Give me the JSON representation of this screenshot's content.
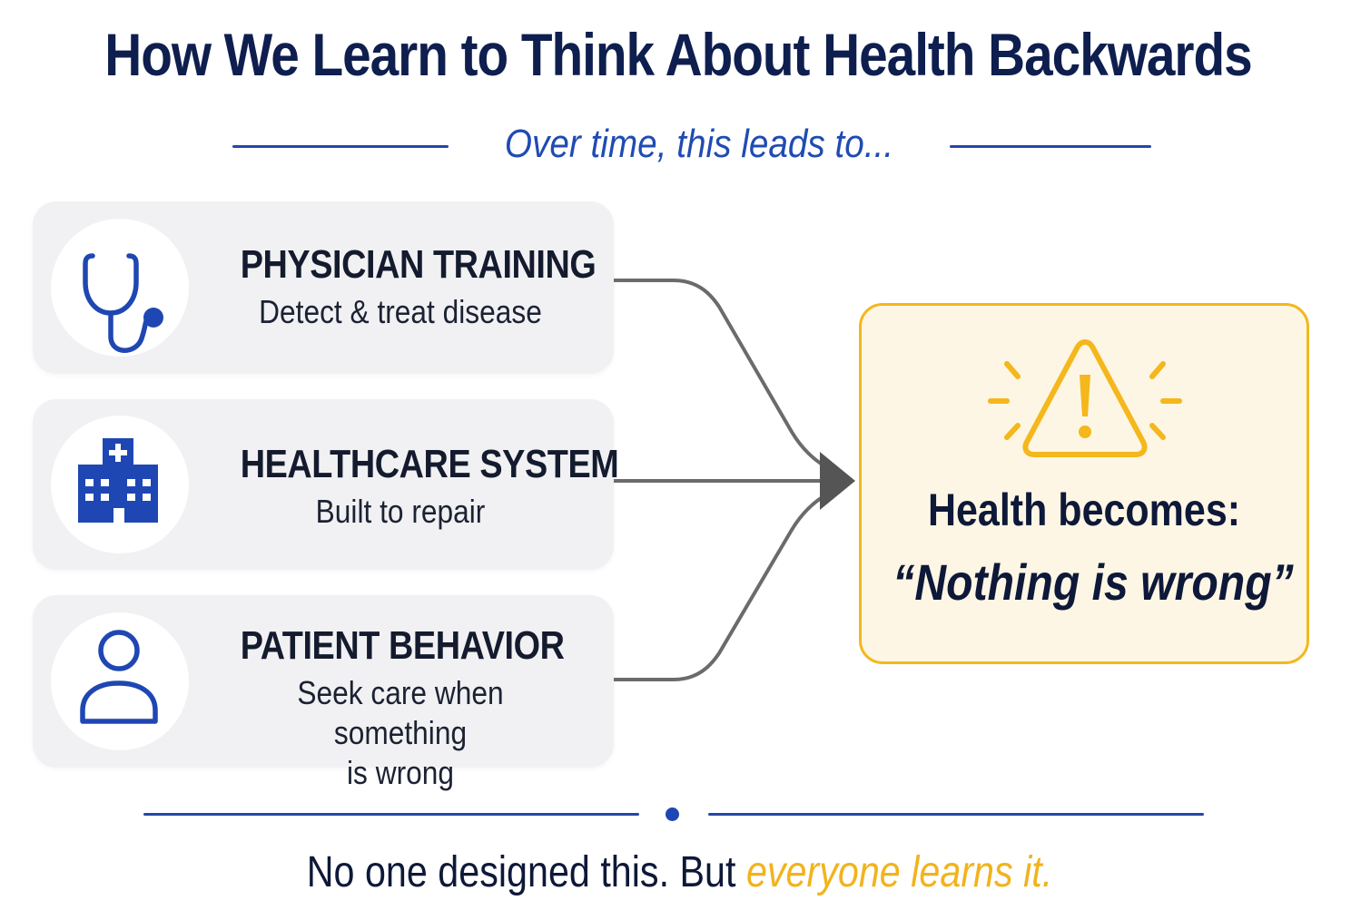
{
  "title": "How We Learn to Think About Health Backwards",
  "subtitle": "Over time, this leads to...",
  "sources": [
    {
      "title": "PHYSICIAN TRAINING",
      "desc": "Detect & treat disease",
      "icon": "stethoscope-icon"
    },
    {
      "title": "HEALTHCARE SYSTEM",
      "desc": "Built to repair",
      "icon": "hospital-icon"
    },
    {
      "title": "PATIENT BEHAVIOR",
      "desc_line1": "Seek care when something",
      "desc_line2": "is wrong",
      "icon": "person-icon"
    }
  ],
  "result": {
    "icon": "warning-icon",
    "label": "Health becomes:",
    "quote": "“Nothing is wrong”"
  },
  "footer": {
    "text_main": "No one designed this. But ",
    "text_accent": "everyone learns it."
  },
  "colors": {
    "navy": "#0e1e4e",
    "blue": "#1f47b3",
    "amber": "#f4b71c",
    "card_bg": "#f1f1f3",
    "result_bg": "#fdf6e4",
    "connector": "#6b6b6b"
  }
}
